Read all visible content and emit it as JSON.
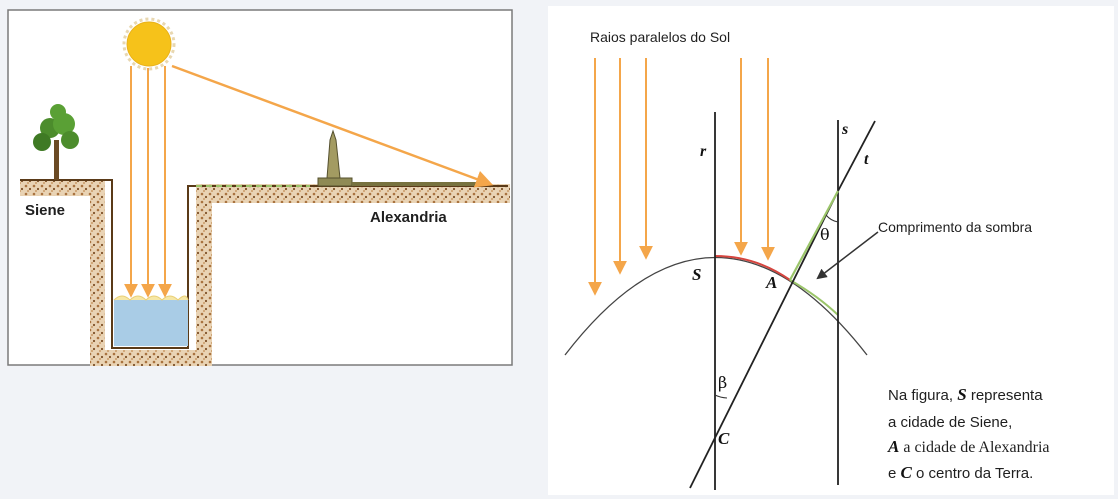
{
  "left_panel": {
    "labels": {
      "siene": "Siene",
      "alexandria": "Alexandria"
    }
  },
  "right_panel": {
    "rays_label": "Raios paralelos do Sol",
    "line_labels": {
      "r": "r",
      "s": "s",
      "t": "t"
    },
    "point_labels": {
      "S": "S",
      "A": "A",
      "C": "C"
    },
    "angle_labels": {
      "theta": "θ",
      "beta": "β"
    },
    "shadow_label": "Comprimento da sombra",
    "note": {
      "line1_prefix": "Na figura, ",
      "line1_letter": "S",
      "line1_suffix": " representa",
      "line2": "a cidade de Siene,",
      "line3_letter": "A",
      "line3_suffix": " a cidade de Alexandria",
      "line4_prefix": "e ",
      "line4_letter": "C",
      "line4_suffix": " o centro da Terra."
    }
  },
  "colors": {
    "ray": "#f4a64a",
    "arc_red": "#d6453f",
    "arc_green": "#9bc56a",
    "ground": "#b9844f",
    "water": "#a9cce6",
    "sun": "#f6c21a",
    "background": "#f1f3f7"
  }
}
